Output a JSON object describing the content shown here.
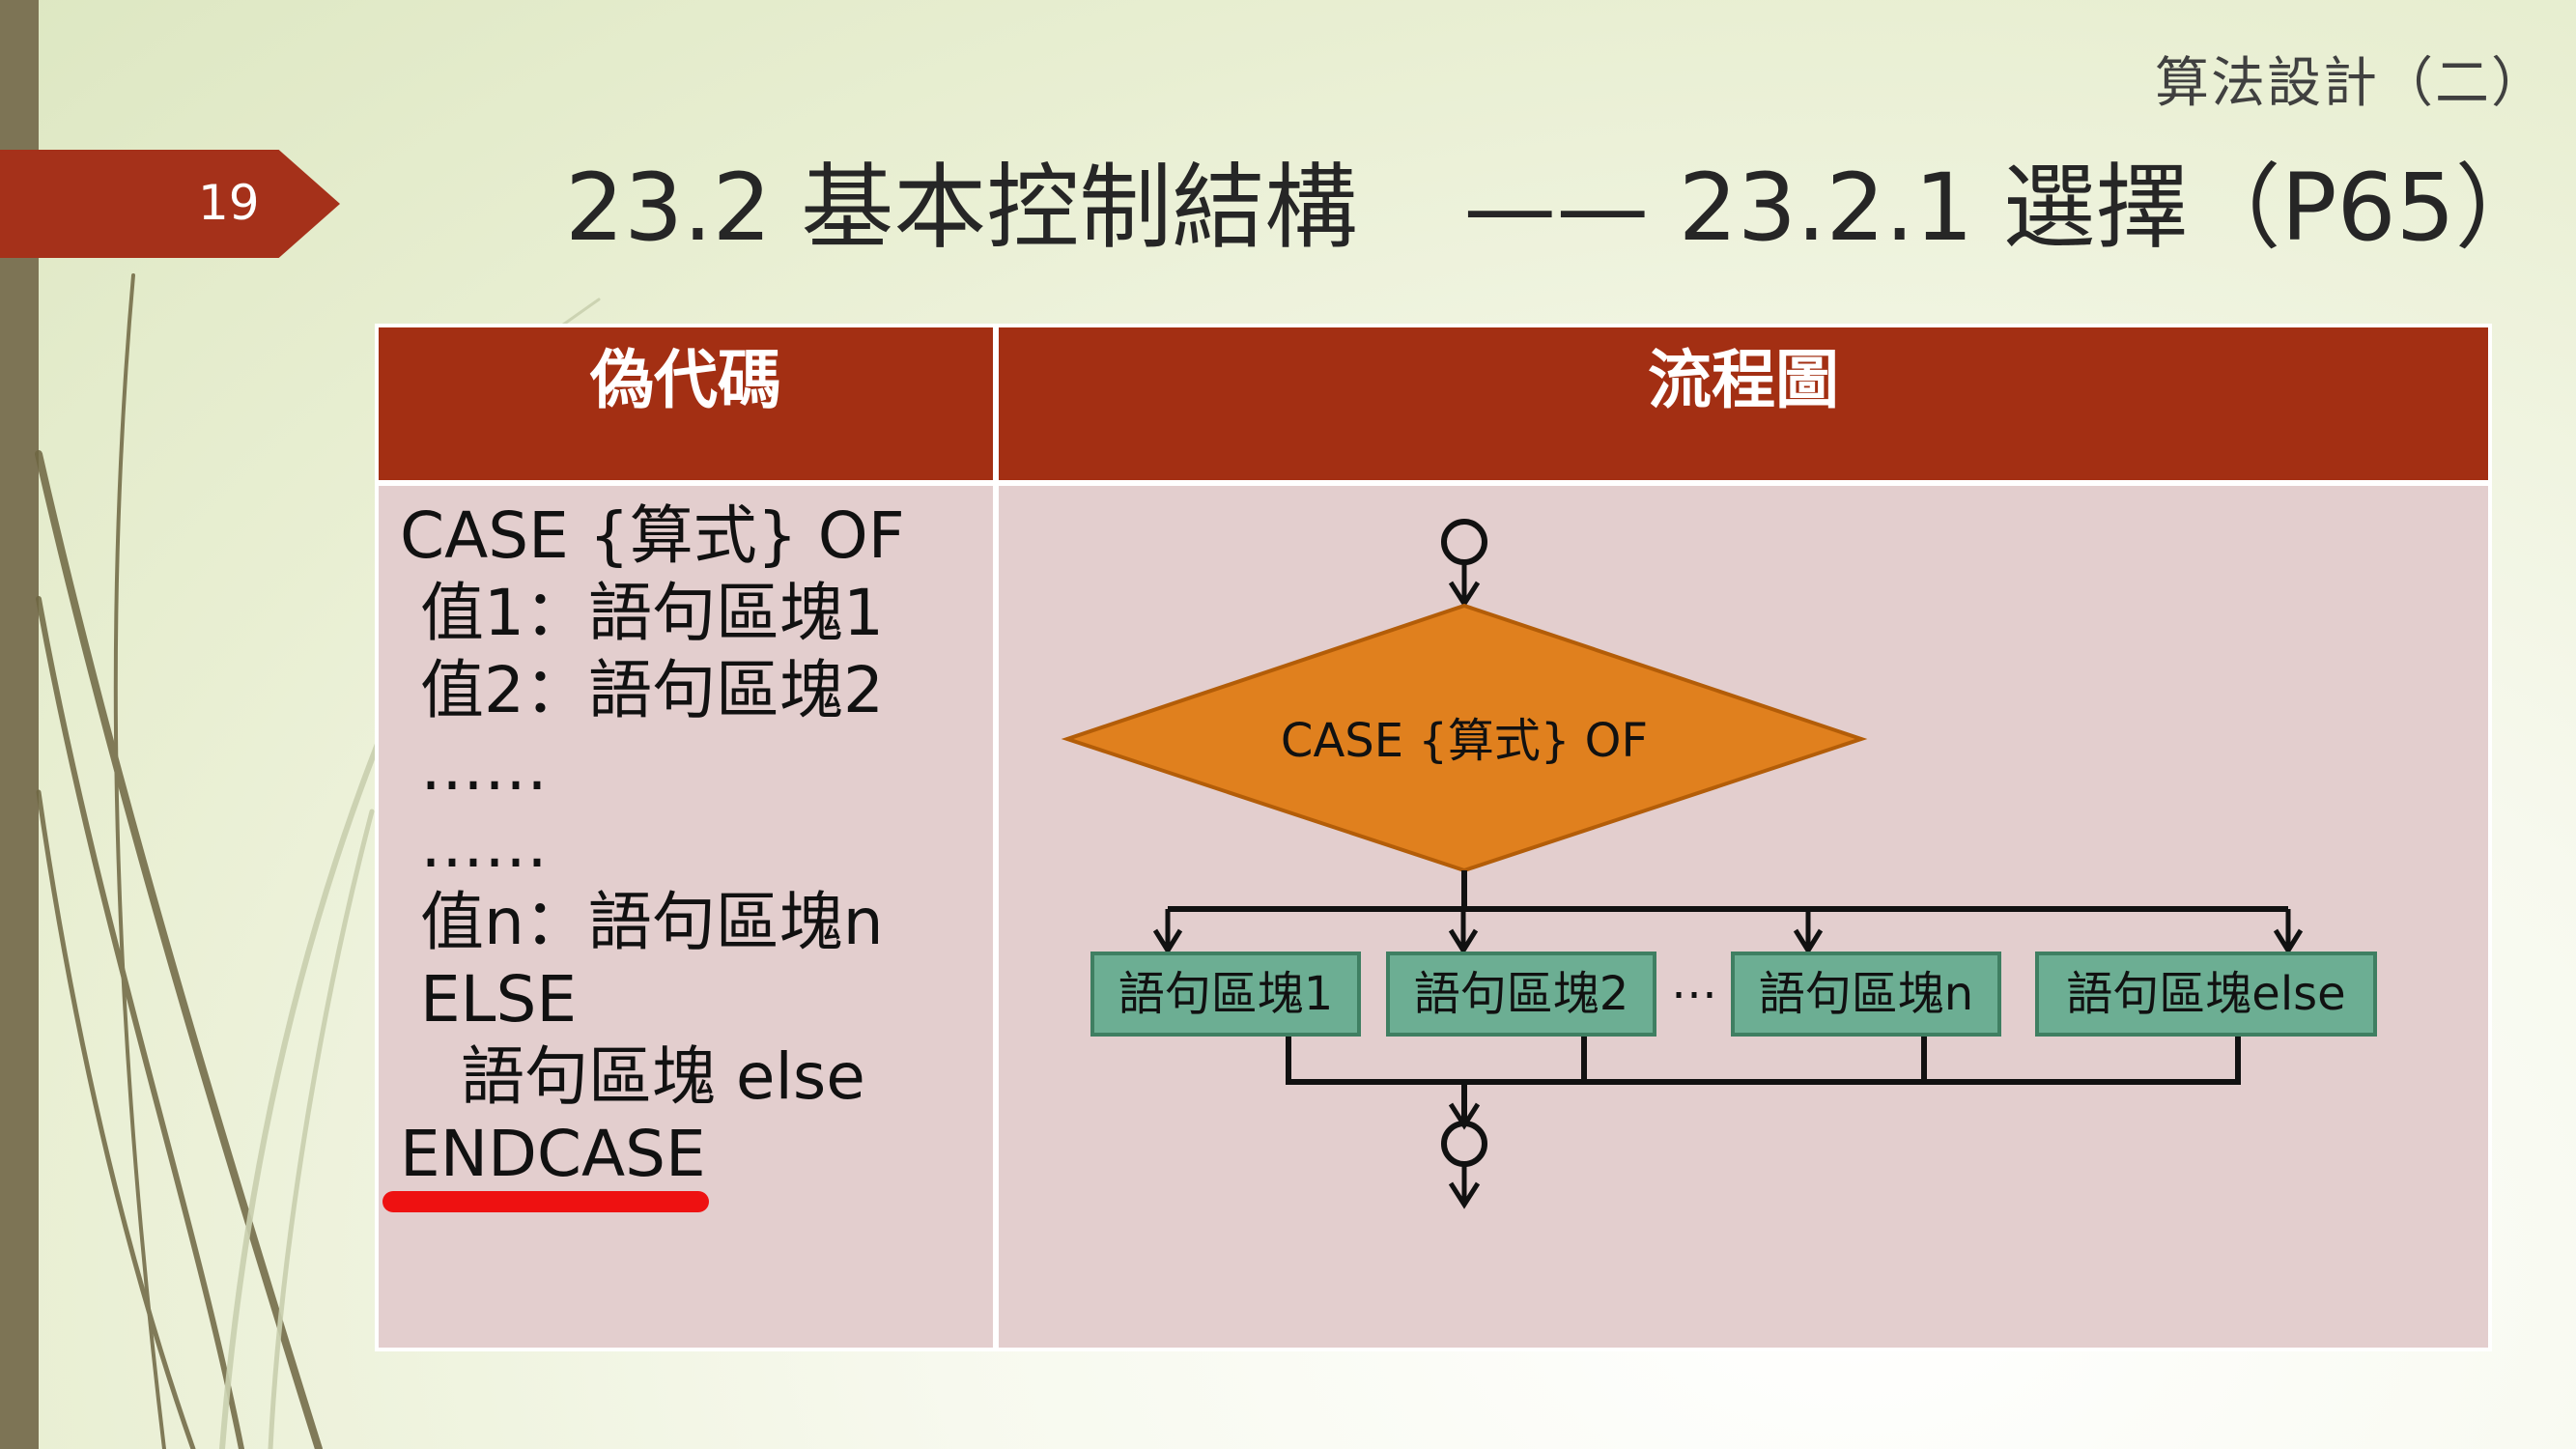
{
  "header_label": "算法設計（二）",
  "slide_number": "19",
  "title": {
    "left": "23.2 基本控制結構",
    "right": "—— 23.2.1 選擇（P65）"
  },
  "table": {
    "headers": [
      "偽代碼",
      "流程圖"
    ],
    "pseudocode": [
      "CASE {算式} OF",
      " 值1：語句區塊1",
      " 值2：語句區塊2",
      " ……",
      " ……",
      " 值n：語句區塊n",
      " ELSE",
      "   語句區塊 else",
      "ENDCASE"
    ]
  },
  "flowchart": {
    "decision": "CASE {算式} OF",
    "blocks": [
      "語句區塊1",
      "語句區塊2",
      "語句區塊n",
      "語句區塊else"
    ],
    "ellipsis": "…"
  },
  "colors": {
    "accent": "#a32f13",
    "cell_background": "#e3cece",
    "decision_fill": "#e0801e",
    "block_fill": "#6cae93",
    "underline": "#ee1111"
  }
}
